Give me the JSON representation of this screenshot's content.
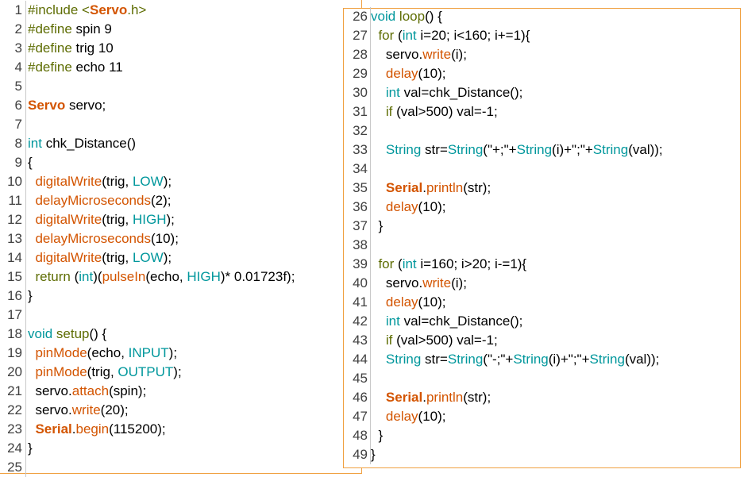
{
  "colors": {
    "keyword": "#5e6d03",
    "function": "#d35400",
    "type": "#00979c",
    "class": "#d35400",
    "plain": "#000000",
    "border": "#f0a040"
  },
  "left_panel": {
    "lines": [
      {
        "num": "1",
        "tokens": [
          {
            "t": "#include <",
            "c": "kw"
          },
          {
            "t": "Servo",
            "c": "cls"
          },
          {
            "t": ".h>",
            "c": "kw"
          }
        ]
      },
      {
        "num": "2",
        "tokens": [
          {
            "t": "#define",
            "c": "kw"
          },
          {
            "t": " spin 9",
            "c": "tx"
          }
        ]
      },
      {
        "num": "3",
        "tokens": [
          {
            "t": "#define",
            "c": "kw"
          },
          {
            "t": " trig 10",
            "c": "tx"
          }
        ]
      },
      {
        "num": "4",
        "tokens": [
          {
            "t": "#define",
            "c": "kw"
          },
          {
            "t": " echo 11",
            "c": "tx"
          }
        ]
      },
      {
        "num": "5",
        "tokens": []
      },
      {
        "num": "6",
        "tokens": [
          {
            "t": "Servo",
            "c": "cls"
          },
          {
            "t": " servo;",
            "c": "tx"
          }
        ]
      },
      {
        "num": "7",
        "tokens": []
      },
      {
        "num": "8",
        "tokens": [
          {
            "t": "int",
            "c": "ty"
          },
          {
            "t": " chk_Distance()",
            "c": "tx"
          }
        ]
      },
      {
        "num": "9",
        "tokens": [
          {
            "t": "{",
            "c": "tx"
          }
        ]
      },
      {
        "num": "10",
        "tokens": [
          {
            "t": "  ",
            "c": "tx"
          },
          {
            "t": "digitalWrite",
            "c": "fn"
          },
          {
            "t": "(trig, ",
            "c": "tx"
          },
          {
            "t": "LOW",
            "c": "ty"
          },
          {
            "t": ");",
            "c": "tx"
          }
        ]
      },
      {
        "num": "11",
        "tokens": [
          {
            "t": "  ",
            "c": "tx"
          },
          {
            "t": "delayMicroseconds",
            "c": "fn"
          },
          {
            "t": "(2);",
            "c": "tx"
          }
        ]
      },
      {
        "num": "12",
        "tokens": [
          {
            "t": "  ",
            "c": "tx"
          },
          {
            "t": "digitalWrite",
            "c": "fn"
          },
          {
            "t": "(trig, ",
            "c": "tx"
          },
          {
            "t": "HIGH",
            "c": "ty"
          },
          {
            "t": ");",
            "c": "tx"
          }
        ]
      },
      {
        "num": "13",
        "tokens": [
          {
            "t": "  ",
            "c": "tx"
          },
          {
            "t": "delayMicroseconds",
            "c": "fn"
          },
          {
            "t": "(10);",
            "c": "tx"
          }
        ]
      },
      {
        "num": "14",
        "tokens": [
          {
            "t": "  ",
            "c": "tx"
          },
          {
            "t": "digitalWrite",
            "c": "fn"
          },
          {
            "t": "(trig, ",
            "c": "tx"
          },
          {
            "t": "LOW",
            "c": "ty"
          },
          {
            "t": ");",
            "c": "tx"
          }
        ]
      },
      {
        "num": "15",
        "tokens": [
          {
            "t": "  ",
            "c": "tx"
          },
          {
            "t": "return",
            "c": "kw"
          },
          {
            "t": " (",
            "c": "tx"
          },
          {
            "t": "int",
            "c": "ty"
          },
          {
            "t": ")(",
            "c": "tx"
          },
          {
            "t": "pulseIn",
            "c": "fn"
          },
          {
            "t": "(echo, ",
            "c": "tx"
          },
          {
            "t": "HIGH",
            "c": "ty"
          },
          {
            "t": ")* 0.01723f);",
            "c": "tx"
          }
        ]
      },
      {
        "num": "16",
        "tokens": [
          {
            "t": "}",
            "c": "tx"
          }
        ]
      },
      {
        "num": "17",
        "tokens": []
      },
      {
        "num": "18",
        "tokens": [
          {
            "t": "void",
            "c": "ty"
          },
          {
            "t": " ",
            "c": "tx"
          },
          {
            "t": "setup",
            "c": "kw"
          },
          {
            "t": "() {",
            "c": "tx"
          }
        ]
      },
      {
        "num": "19",
        "tokens": [
          {
            "t": "  ",
            "c": "tx"
          },
          {
            "t": "pinMode",
            "c": "fn"
          },
          {
            "t": "(echo, ",
            "c": "tx"
          },
          {
            "t": "INPUT",
            "c": "ty"
          },
          {
            "t": ");",
            "c": "tx"
          }
        ]
      },
      {
        "num": "20",
        "tokens": [
          {
            "t": "  ",
            "c": "tx"
          },
          {
            "t": "pinMode",
            "c": "fn"
          },
          {
            "t": "(trig, ",
            "c": "tx"
          },
          {
            "t": "OUTPUT",
            "c": "ty"
          },
          {
            "t": ");",
            "c": "tx"
          }
        ]
      },
      {
        "num": "21",
        "tokens": [
          {
            "t": "  servo.",
            "c": "tx"
          },
          {
            "t": "attach",
            "c": "fn"
          },
          {
            "t": "(spin);",
            "c": "tx"
          }
        ]
      },
      {
        "num": "22",
        "tokens": [
          {
            "t": "  servo.",
            "c": "tx"
          },
          {
            "t": "write",
            "c": "fn"
          },
          {
            "t": "(20);",
            "c": "tx"
          }
        ]
      },
      {
        "num": "23",
        "tokens": [
          {
            "t": "  ",
            "c": "tx"
          },
          {
            "t": "Serial",
            "c": "cls"
          },
          {
            "t": ".",
            "c": "tx"
          },
          {
            "t": "begin",
            "c": "fn"
          },
          {
            "t": "(115200);",
            "c": "tx"
          }
        ]
      },
      {
        "num": "24",
        "tokens": [
          {
            "t": "}",
            "c": "tx"
          }
        ]
      },
      {
        "num": "25",
        "tokens": []
      }
    ]
  },
  "right_panel": {
    "lines": [
      {
        "num": "26",
        "tokens": [
          {
            "t": "void",
            "c": "ty"
          },
          {
            "t": " ",
            "c": "tx"
          },
          {
            "t": "loop",
            "c": "kw"
          },
          {
            "t": "() {",
            "c": "tx"
          }
        ]
      },
      {
        "num": "27",
        "tokens": [
          {
            "t": "  ",
            "c": "tx"
          },
          {
            "t": "for",
            "c": "kw"
          },
          {
            "t": " (",
            "c": "tx"
          },
          {
            "t": "int",
            "c": "ty"
          },
          {
            "t": " i=20; i<160; i+=1){",
            "c": "tx"
          }
        ]
      },
      {
        "num": "28",
        "tokens": [
          {
            "t": "    servo.",
            "c": "tx"
          },
          {
            "t": "write",
            "c": "fn"
          },
          {
            "t": "(i);",
            "c": "tx"
          }
        ]
      },
      {
        "num": "29",
        "tokens": [
          {
            "t": "    ",
            "c": "tx"
          },
          {
            "t": "delay",
            "c": "fn"
          },
          {
            "t": "(10);",
            "c": "tx"
          }
        ]
      },
      {
        "num": "30",
        "tokens": [
          {
            "t": "    ",
            "c": "tx"
          },
          {
            "t": "int",
            "c": "ty"
          },
          {
            "t": " val=chk_Distance();",
            "c": "tx"
          }
        ]
      },
      {
        "num": "31",
        "tokens": [
          {
            "t": "    ",
            "c": "tx"
          },
          {
            "t": "if",
            "c": "kw"
          },
          {
            "t": " (val>500) val=-1;",
            "c": "tx"
          }
        ]
      },
      {
        "num": "32",
        "tokens": []
      },
      {
        "num": "33",
        "tokens": [
          {
            "t": "    ",
            "c": "tx"
          },
          {
            "t": "String",
            "c": "ty"
          },
          {
            "t": " str=",
            "c": "tx"
          },
          {
            "t": "String",
            "c": "ty"
          },
          {
            "t": "(\"+;\"+",
            "c": "tx"
          },
          {
            "t": "String",
            "c": "ty"
          },
          {
            "t": "(i)+\";\"+",
            "c": "tx"
          },
          {
            "t": "String",
            "c": "ty"
          },
          {
            "t": "(val));",
            "c": "tx"
          }
        ]
      },
      {
        "num": "34",
        "tokens": []
      },
      {
        "num": "35",
        "tokens": [
          {
            "t": "    ",
            "c": "tx"
          },
          {
            "t": "Serial",
            "c": "cls"
          },
          {
            "t": ".",
            "c": "tx"
          },
          {
            "t": "println",
            "c": "fn"
          },
          {
            "t": "(str);",
            "c": "tx"
          }
        ]
      },
      {
        "num": "36",
        "tokens": [
          {
            "t": "    ",
            "c": "tx"
          },
          {
            "t": "delay",
            "c": "fn"
          },
          {
            "t": "(10);",
            "c": "tx"
          }
        ]
      },
      {
        "num": "37",
        "tokens": [
          {
            "t": "  }",
            "c": "tx"
          }
        ]
      },
      {
        "num": "38",
        "tokens": []
      },
      {
        "num": "39",
        "tokens": [
          {
            "t": "  ",
            "c": "tx"
          },
          {
            "t": "for",
            "c": "kw"
          },
          {
            "t": " (",
            "c": "tx"
          },
          {
            "t": "int",
            "c": "ty"
          },
          {
            "t": " i=160; i>20; i-=1){",
            "c": "tx"
          }
        ]
      },
      {
        "num": "40",
        "tokens": [
          {
            "t": "    servo.",
            "c": "tx"
          },
          {
            "t": "write",
            "c": "fn"
          },
          {
            "t": "(i);",
            "c": "tx"
          }
        ]
      },
      {
        "num": "41",
        "tokens": [
          {
            "t": "    ",
            "c": "tx"
          },
          {
            "t": "delay",
            "c": "fn"
          },
          {
            "t": "(10);",
            "c": "tx"
          }
        ]
      },
      {
        "num": "42",
        "tokens": [
          {
            "t": "    ",
            "c": "tx"
          },
          {
            "t": "int",
            "c": "ty"
          },
          {
            "t": " val=chk_Distance();",
            "c": "tx"
          }
        ]
      },
      {
        "num": "43",
        "tokens": [
          {
            "t": "    ",
            "c": "tx"
          },
          {
            "t": "if",
            "c": "kw"
          },
          {
            "t": " (val>500) val=-1;",
            "c": "tx"
          }
        ]
      },
      {
        "num": "44",
        "tokens": [
          {
            "t": "    ",
            "c": "tx"
          },
          {
            "t": "String",
            "c": "ty"
          },
          {
            "t": " str=",
            "c": "tx"
          },
          {
            "t": "String",
            "c": "ty"
          },
          {
            "t": "(\"-;\"+",
            "c": "tx"
          },
          {
            "t": "String",
            "c": "ty"
          },
          {
            "t": "(i)+\";\"+",
            "c": "tx"
          },
          {
            "t": "String",
            "c": "ty"
          },
          {
            "t": "(val));",
            "c": "tx"
          }
        ]
      },
      {
        "num": "45",
        "tokens": []
      },
      {
        "num": "46",
        "tokens": [
          {
            "t": "    ",
            "c": "tx"
          },
          {
            "t": "Serial",
            "c": "cls"
          },
          {
            "t": ".",
            "c": "tx"
          },
          {
            "t": "println",
            "c": "fn"
          },
          {
            "t": "(str);",
            "c": "tx"
          }
        ]
      },
      {
        "num": "47",
        "tokens": [
          {
            "t": "    ",
            "c": "tx"
          },
          {
            "t": "delay",
            "c": "fn"
          },
          {
            "t": "(10);",
            "c": "tx"
          }
        ]
      },
      {
        "num": "48",
        "tokens": [
          {
            "t": "  }",
            "c": "tx"
          }
        ]
      },
      {
        "num": "49",
        "tokens": [
          {
            "t": "}",
            "c": "tx"
          }
        ]
      }
    ]
  }
}
